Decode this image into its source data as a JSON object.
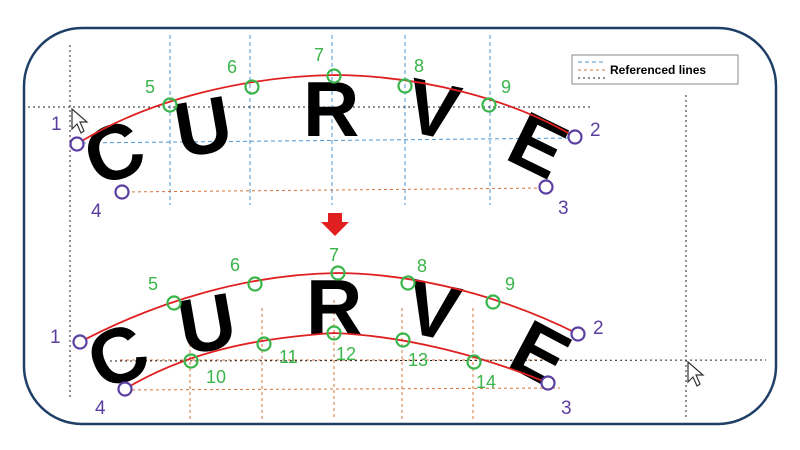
{
  "legend": {
    "label": "Referenced lines"
  },
  "colors": {
    "curve": "#e02020",
    "corner_point": "#5b3fa0",
    "control_point": "#3ab54a",
    "ref_blue": "#4f95d0",
    "ref_orange": "#d4743a",
    "ref_black": "#222222",
    "arrow": "#e02020",
    "frame": "#1f3f66"
  },
  "top": {
    "letters": [
      "C",
      "U",
      "R",
      "V",
      "E"
    ],
    "corner_labels": [
      "1",
      "2",
      "3",
      "4"
    ],
    "control_labels": [
      "5",
      "6",
      "7",
      "8",
      "9"
    ]
  },
  "bottom": {
    "letters": [
      "C",
      "U",
      "R",
      "V",
      "E"
    ],
    "corner_labels": [
      "1",
      "2",
      "3",
      "4"
    ],
    "top_control_labels": [
      "5",
      "6",
      "7",
      "8",
      "9"
    ],
    "bottom_control_labels": [
      "10",
      "11",
      "12",
      "13",
      "14"
    ]
  },
  "icons": [
    "mouse-pointer-icon",
    "down-arrow-icon"
  ]
}
